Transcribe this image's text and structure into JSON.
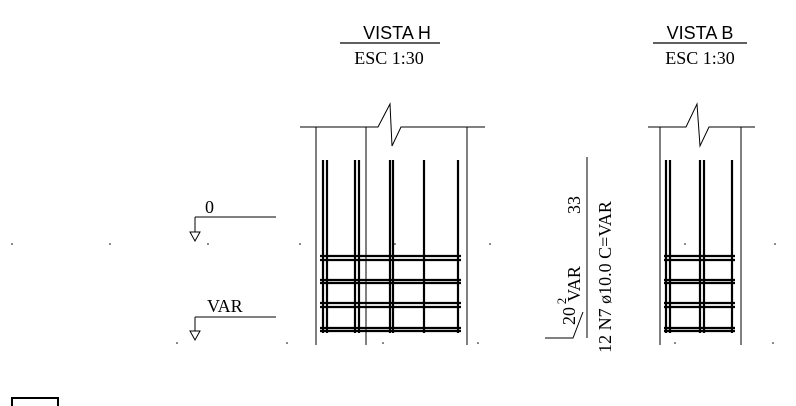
{
  "views": {
    "h": {
      "title": "VISTA H",
      "scale": "ESC 1:30"
    },
    "b": {
      "title": "VISTA B",
      "scale": "ESC 1:30"
    }
  },
  "levels": {
    "top": "0",
    "bottom": "VAR"
  },
  "rebar_callout": {
    "dim_top": "33",
    "dim_var": "VAR",
    "dim_bottom": "20",
    "spec": "12 N7 ø10.0 C=VAR",
    "small_mark": "2"
  },
  "colors": {
    "line": "#000000",
    "background": "#ffffff"
  }
}
